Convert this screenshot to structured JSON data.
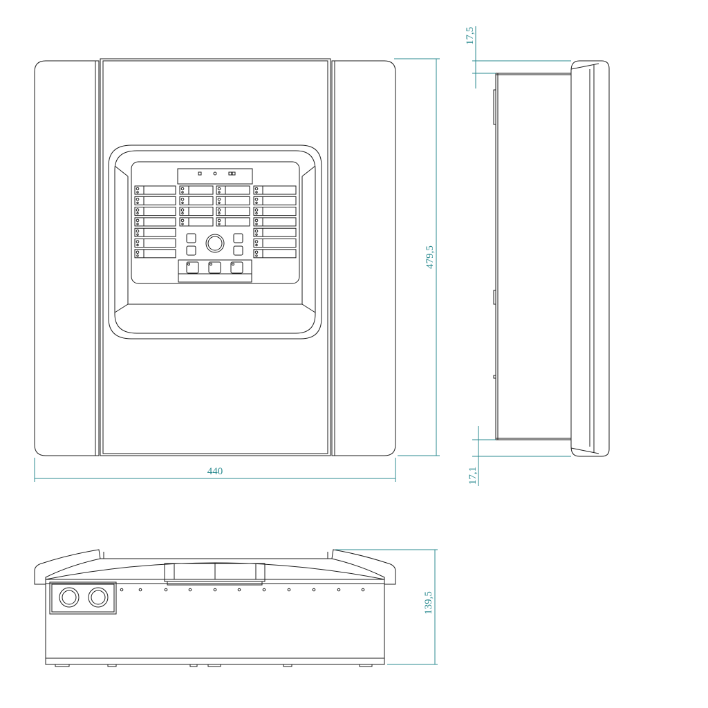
{
  "drawing": {
    "dimensions": {
      "width": "440",
      "height": "479,5",
      "top_offset": "17,5",
      "bottom_offset": "17,1",
      "depth": "139,5"
    },
    "colors": {
      "line": "#1a1a1a",
      "dimension": "#2a8a8f",
      "background": "#ffffff"
    }
  },
  "front_view": {
    "zone_led_rows_per_column": 7,
    "zone_columns": 4,
    "round_control": "round-knob",
    "bottom_buttons": 3
  },
  "bottom_view": {
    "cable_glands": 2
  }
}
